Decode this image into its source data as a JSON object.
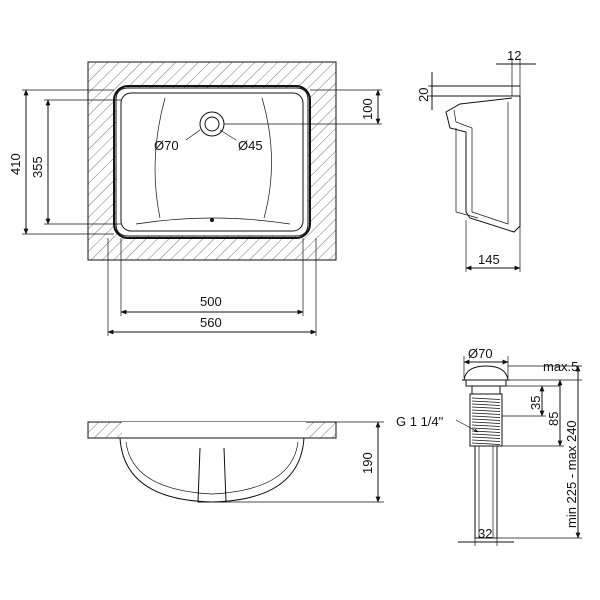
{
  "top_view": {
    "width_outer": "560",
    "width_inner": "500",
    "height_outer": "410",
    "height_inner": "355",
    "drain_offset": "100",
    "hole_large": "Ø70",
    "hole_small": "Ø45"
  },
  "side_view": {
    "lip_width": "12",
    "lip_height": "20",
    "depth": "145"
  },
  "front_view": {
    "height": "190"
  },
  "drain": {
    "cap_diameter": "Ø70",
    "cap_clearance": "max.5",
    "thread": "G 1 1/4\"",
    "body_height": "35",
    "total_height": "85",
    "range": "min 225 - max 240",
    "pipe_diameter": "32"
  }
}
